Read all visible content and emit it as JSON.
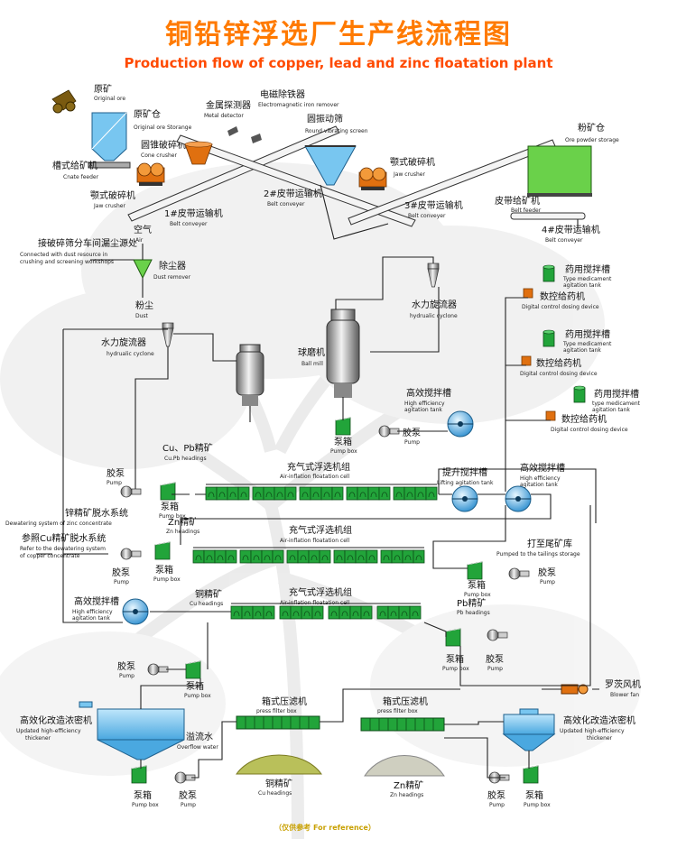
{
  "title": {
    "cn": "铜铅锌浮选厂生产线流程图",
    "en": "Production flow of copper, lead and zinc floatation plant"
  },
  "footer": "（仅供参考 For reference）",
  "colors": {
    "green": "#22a43a",
    "orange": "#e07010",
    "blue": "#78c6f0",
    "title": "#ff7a00",
    "line": "#222222"
  },
  "labels": {
    "raw_ore": {
      "cn": "原矿",
      "en": "Original ore"
    },
    "raw_bin": {
      "cn": "原矿仓",
      "en": "Original ore Storange"
    },
    "cone_crusher": {
      "cn": "圆锥破碎机",
      "en": "Cone crusher"
    },
    "metal_detector": {
      "cn": "金属探测器",
      "en": "Metal detector"
    },
    "iron_remover": {
      "cn": "电磁除铁器",
      "en": "Electromagnetic iron remover"
    },
    "screen": {
      "cn": "圆振动筛",
      "en": "Round vibrating screen"
    },
    "jaw_crusher2": {
      "cn": "颚式破碎机",
      "en": "Jaw crusher"
    },
    "powder_bin": {
      "cn": "粉矿仓",
      "en": "Ore powder storage"
    },
    "trough_feeder": {
      "cn": "槽式给矿机",
      "en": "Cnate feeder"
    },
    "jaw_crusher1": {
      "cn": "颚式破碎机",
      "en": "Jaw crusher"
    },
    "belt1": {
      "cn": "1#皮带运输机",
      "en": "Belt conveyer"
    },
    "belt2": {
      "cn": "2#皮带运输机",
      "en": "Belt conveyer"
    },
    "belt3": {
      "cn": "3#皮带运输机",
      "en": "Belt conveyer"
    },
    "belt_feeder": {
      "cn": "皮带给矿机",
      "en": "Belt feeder"
    },
    "belt4": {
      "cn": "4#皮带运输机",
      "en": "Belt conveyer"
    },
    "dust_conn": {
      "cn": "接破碎筛分车间漏尘源处",
      "en1": "Connected with dust resource in",
      "en2": "crushing and screening workshops"
    },
    "air": {
      "cn": "空气",
      "en": "Air"
    },
    "dust_remover": {
      "cn": "除尘器",
      "en": "Dust remover"
    },
    "dust": {
      "cn": "粉尘",
      "en": "Dust"
    },
    "cyclone1": {
      "cn": "水力旋流器",
      "en": "hydrualic cyclone"
    },
    "cyclone2": {
      "cn": "水力旋流器",
      "en": "hydrualic cyclone"
    },
    "ball_mill": {
      "cn": "球磨机",
      "en": "Ball mill"
    },
    "reagent1": {
      "cn": "药用搅拌槽",
      "en1": "Type medicament",
      "en2": "agitation tank"
    },
    "reagent2": {
      "cn": "药用搅拌槽",
      "en1": "Type medicament",
      "en2": "agitation tank"
    },
    "reagent3": {
      "cn": "药用搅拌槽",
      "en1": "type medicament",
      "en2": "agitation tank"
    },
    "doser1": {
      "cn": "数控给药机",
      "en": "Digital control dosing device"
    },
    "doser2": {
      "cn": "数控给药机",
      "en": "Digital control dosing device"
    },
    "doser3": {
      "cn": "数控给药机",
      "en": "Digital control dosing device"
    },
    "agit1": {
      "cn": "高效搅拌槽",
      "en1": "High efficiency",
      "en2": "agitation tank"
    },
    "pump": {
      "cn": "胶泵",
      "en": "Pump"
    },
    "pumpbox": {
      "cn": "泵箱",
      "en": "Pump box"
    },
    "cupb": {
      "cn": "Cu、Pb精矿",
      "en": "Cu.Pb headings"
    },
    "float1": {
      "cn": "充气式浮选机组",
      "en": "Air-inflation floatation cell"
    },
    "float2": {
      "cn": "充气式浮选机组",
      "en": "Air-inflation floatation cell"
    },
    "float3": {
      "cn": "充气式浮选机组",
      "en": "Air-inflation floatation cell"
    },
    "lift": {
      "cn": "提升搅拌槽",
      "en": "Lifting agitation tank"
    },
    "agit2": {
      "cn": "高效搅拌槽",
      "en1": "High efficiency",
      "en2": "agitation tank"
    },
    "zn_dewater": {
      "cn": "锌精矿脱水系统",
      "en": "Dewatering system of zinc concentrate"
    },
    "cu_dewater": {
      "cn": "参照Cu精矿脱水系统",
      "en1": "Refer to the dewatering system",
      "en2": "of copper concentrate"
    },
    "zn_head": {
      "cn": "Zn精矿",
      "en": "Zn headings"
    },
    "tailings": {
      "cn": "打至尾矿库",
      "en": "Pumped to the tailings storage"
    },
    "agit3": {
      "cn": "高效搅拌槽",
      "en1": "High efficiency",
      "en2": "agitation tank"
    },
    "cu_head": {
      "cn": "铜精矿",
      "en": "Cu headings"
    },
    "pb_head": {
      "cn": "Pb精矿",
      "en": "Pb headings"
    },
    "blower": {
      "cn": "罗茨风机",
      "en": "Blower fan"
    },
    "thickener1": {
      "cn": "高效化改造浓密机",
      "en1": "Updated high-efficiency",
      "en2": "thickener"
    },
    "thickener2": {
      "cn": "高效化改造浓密机",
      "en1": "Updated high-efficiency",
      "en2": "thickener"
    },
    "filter1": {
      "cn": "箱式压滤机",
      "en": "press filter box"
    },
    "filter2": {
      "cn": "箱式压滤机",
      "en": "press filter box"
    },
    "overflow": {
      "cn": "溢流水",
      "en": "Overflow water"
    },
    "cu_pile": {
      "cn": "铜精矿",
      "en": "Cu headings"
    },
    "zn_pile": {
      "cn": "Zn精矿",
      "en": "Zn headings"
    }
  }
}
